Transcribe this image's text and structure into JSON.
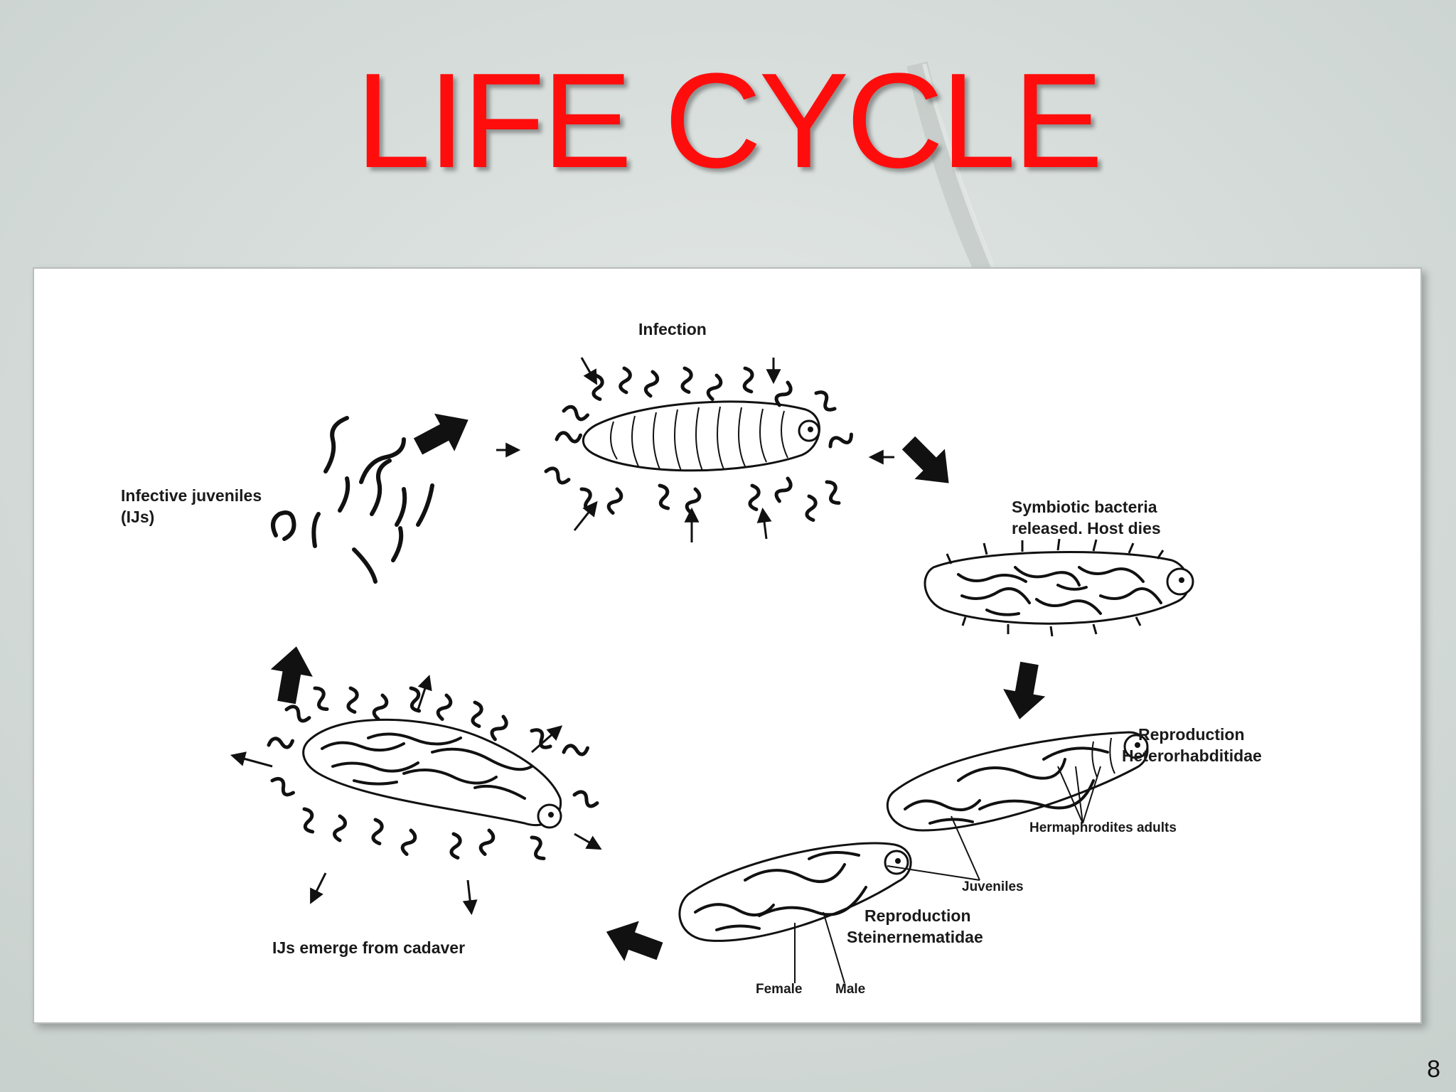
{
  "slide": {
    "title": "LIFE CYCLE",
    "page_number": "8"
  },
  "diagram": {
    "labels": {
      "infection": "Infection",
      "symbiotic_line1": "Symbiotic bacteria",
      "symbiotic_line2": "released. Host dies",
      "hetero_line1": "Reproduction",
      "hetero_line2": "Heterorhabditidae",
      "hermaphrodites": "Hermaphrodites adults",
      "juveniles": "Juveniles",
      "stein_line1": "Reproduction",
      "stein_line2": "Steinernematidae",
      "female": "Female",
      "male": "Male",
      "emerge": "IJs emerge from cadaver",
      "ij_line1": "Infective juveniles",
      "ij_line2": "(IJs)"
    }
  },
  "colors": {
    "title": "#ff0d0d",
    "ink": "#111111",
    "panel": "#ffffff"
  }
}
